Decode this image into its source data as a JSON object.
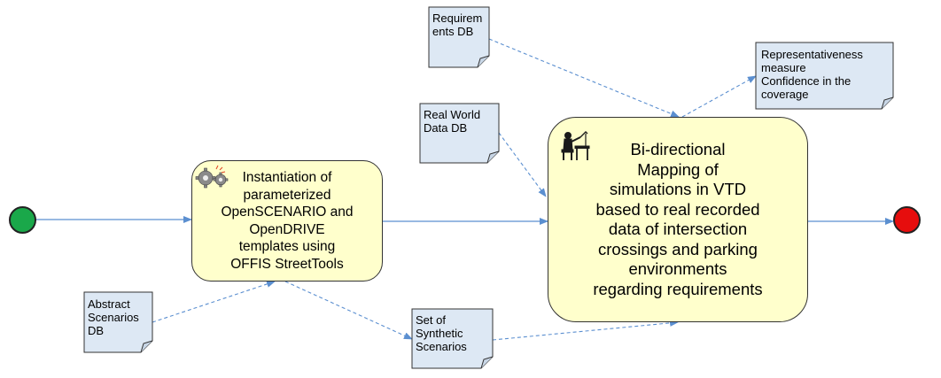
{
  "colors": {
    "start_event": "#1aa84a",
    "end_event": "#e60d0d",
    "activity_fill": "#ffffcc",
    "data_store_fill": "#dde8f4",
    "flow_line": "#5b8fd0"
  },
  "events": {
    "start": {
      "label": ""
    },
    "end": {
      "label": ""
    }
  },
  "activities": {
    "instantiation": {
      "icon": "gears-icon",
      "text": "Instantiation of\nparameterized\nOpenSCENARIO and\nOpenDRIVE\ntemplates using\nOFFIS StreetTools"
    },
    "mapping": {
      "icon": "engineer-at-desk-icon",
      "text": "Bi-directional\nMapping of\nsimulations in VTD\nbased to real recorded\ndata of intersection\ncrossings and parking\nenvironments\nregarding requirements"
    }
  },
  "data_objects": {
    "requirements_db": {
      "text": "Requirem\nents DB"
    },
    "real_world_db": {
      "text": "Real World\nData DB"
    },
    "abstract_scenarios_db": {
      "text": "Abstract\nScenarios\nDB"
    },
    "synthetic_scenarios": {
      "text": "Set of\nSynthetic\nScenarios"
    },
    "representativeness": {
      "text": "Representativeness\nmeasure\nConfidence in the\ncoverage"
    }
  }
}
